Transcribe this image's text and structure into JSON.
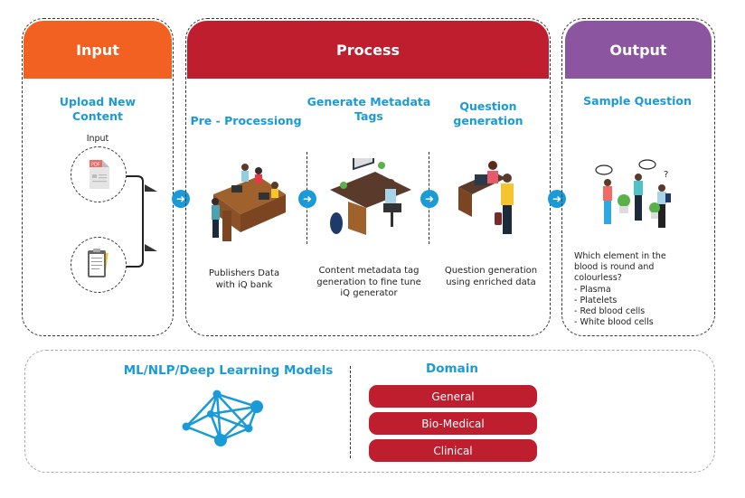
{
  "colors": {
    "input": "#f26122",
    "process": "#be1e2d",
    "output": "#8b55a0",
    "accent": "#1a9ad6"
  },
  "input": {
    "header": "Input",
    "title": "Upload New Content",
    "icon_label": "Input"
  },
  "process": {
    "header": "Process",
    "steps": [
      {
        "title": "Pre - Processiong",
        "desc": "Publishers Data with iQ bank"
      },
      {
        "title": "Generate Metadata Tags",
        "desc": "Content metadata tag generation to fine tune iQ generator"
      },
      {
        "title": "Question generation",
        "desc": "Question generation using enriched data"
      }
    ]
  },
  "output": {
    "header": "Output",
    "title": "Sample Question",
    "question": "Which element in the blood is round and colourless?",
    "options": [
      "- Plasma",
      "- Platelets",
      "- Red blood cells",
      "- White blood cells"
    ]
  },
  "models": {
    "title": "ML/NLP/Deep Learning Models"
  },
  "domain": {
    "title": "Domain",
    "items": [
      "General",
      "Bio-Medical",
      "Clinical"
    ]
  }
}
